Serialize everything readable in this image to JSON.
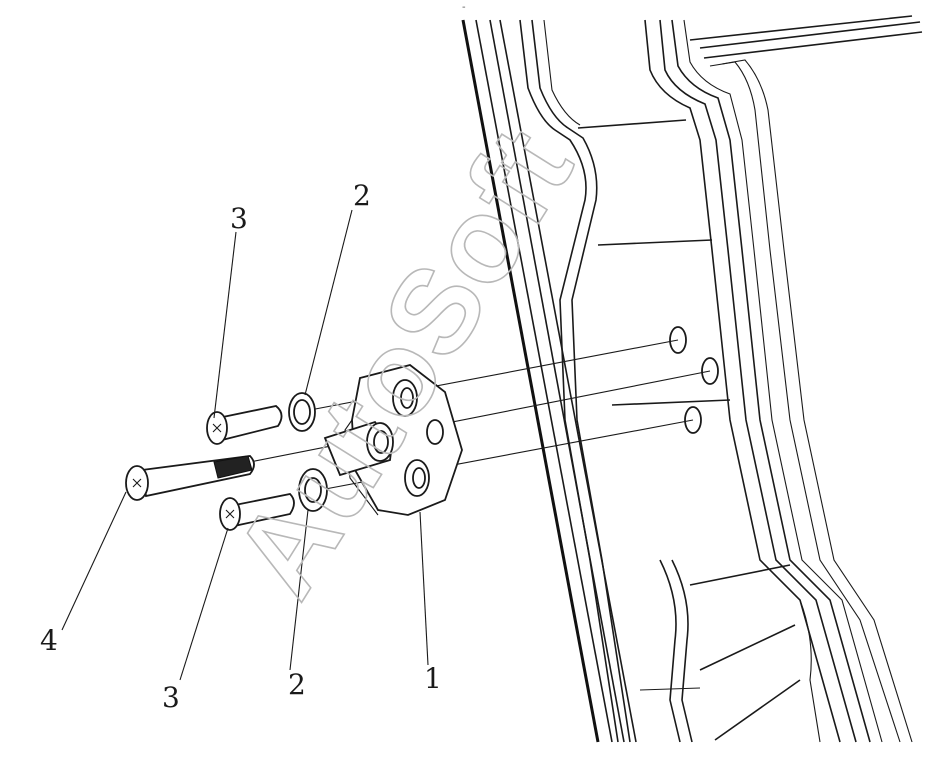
{
  "diagram": {
    "callouts": [
      {
        "id": "label-1",
        "text": "1"
      },
      {
        "id": "label-2-top",
        "text": "2"
      },
      {
        "id": "label-2-bottom",
        "text": "2"
      },
      {
        "id": "label-3-top",
        "text": "3"
      },
      {
        "id": "label-3-bottom",
        "text": "3"
      },
      {
        "id": "label-4",
        "text": "4"
      }
    ],
    "watermark": "AutoSoft",
    "top_mark": "-"
  }
}
